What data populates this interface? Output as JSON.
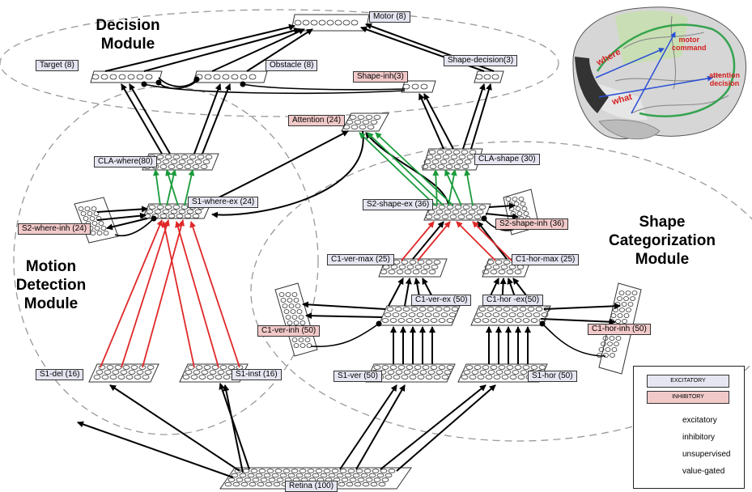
{
  "modules": {
    "decision": [
      "Decision",
      "Module"
    ],
    "motion": [
      "Motion",
      "Detection",
      "Module"
    ],
    "shape": [
      "Shape",
      "Categorization",
      "Module"
    ]
  },
  "nodes": {
    "motor": "Motor (8)",
    "target": "Target (8)",
    "obstacle": "Obstacle (8)",
    "shape_decision": "Shape-decision(3)",
    "shape_inh": "Shape-inh(3)",
    "attention": "Attention (24)",
    "cla_where": "CLA-where(80)",
    "cla_shape": "CLA-shape (30)",
    "s1_where_ex": "S1-where-ex (24)",
    "s2_where_inh": "S2-where-inh (24)",
    "s2_shape_ex": "S2-shape-ex (36)",
    "s2_shape_inh": "S2-shape-inh (36)",
    "c1_ver_max": "C1-ver-max (25)",
    "c1_hor_max": "C1-hor-max (25)",
    "c1_ver_ex": "C1-ver-ex (50)",
    "c1_hor_ex": "C1-hor -ex(50)",
    "c1_ver_inh": "C1-ver-inh (50)",
    "c1_hor_inh": "C1-hor-inh (50)",
    "s1_del": "S1-del (16)",
    "s1_inst": "S1-inst (16)",
    "s1_ver": "S1-ver (50)",
    "s1_hor": "S1-hor (50)",
    "retina": "Retina (100)"
  },
  "brain": {
    "where": "where",
    "what": "what",
    "motor": [
      "motor",
      "command"
    ],
    "attention": [
      "attention",
      "decision"
    ]
  },
  "legend": {
    "excitatory_box": "EXCITATORY",
    "inhibitory_box": "INHIBITORY",
    "items": [
      {
        "label": "excitatory",
        "color": "#000000",
        "kind": "arrow"
      },
      {
        "label": "inhibitory",
        "color": "#000000",
        "kind": "dot"
      },
      {
        "label": "unsupervised",
        "color": "#e02828",
        "kind": "arrow"
      },
      {
        "label": "value-gated",
        "color": "#1a9a3a",
        "kind": "arrow"
      }
    ]
  },
  "colors": {
    "excitatory_fill": "#e6e6f2",
    "inhibitory_fill": "#f2c9c9",
    "unsupervised": "#e02828",
    "value_gated": "#1a9a3a",
    "brain_arrow": "#2a4fd6"
  }
}
